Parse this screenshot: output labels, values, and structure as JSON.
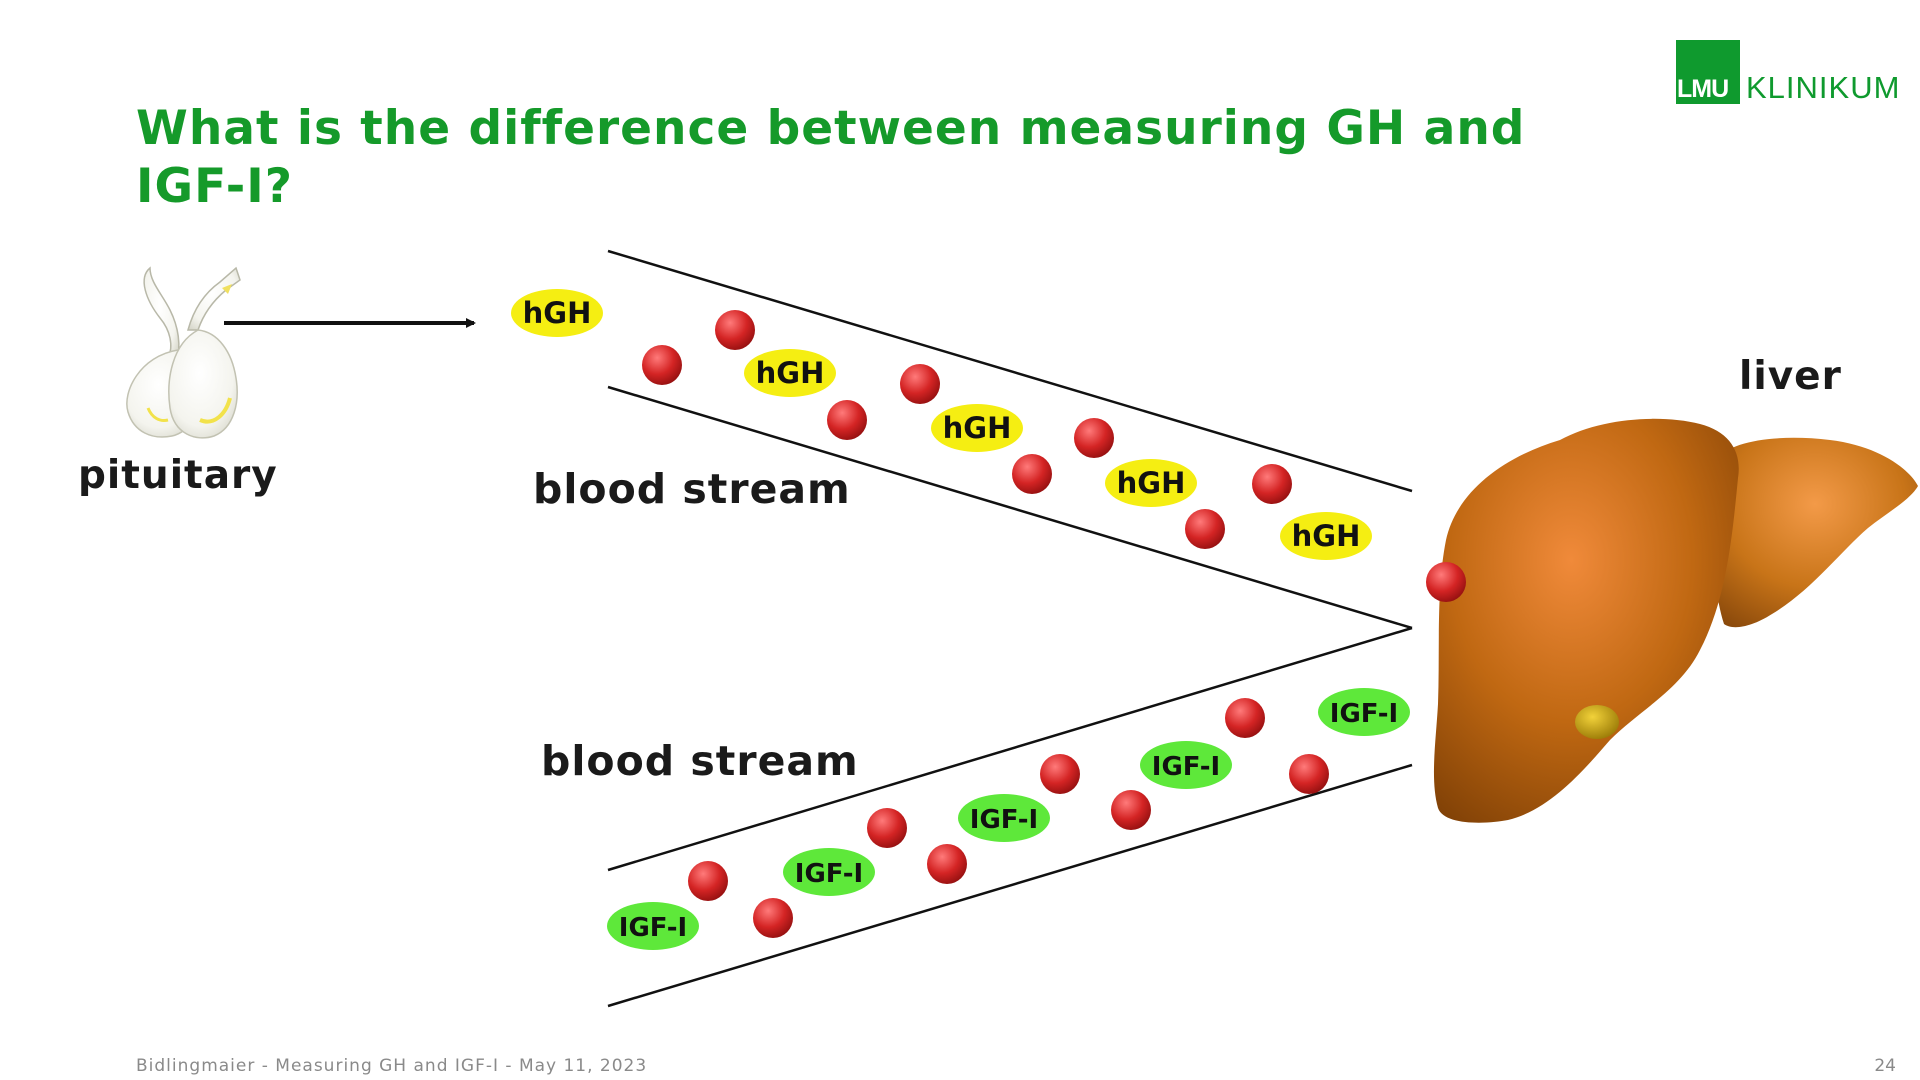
{
  "slide": {
    "title": "What is the difference between measuring GH and IGF-I?",
    "logo": {
      "box_text": "LMU",
      "text": "KLINIKUM",
      "color": "#0f9a2e"
    },
    "footer": "Bidlingmaier - Measuring GH and IGF-I - May 11, 2023",
    "page_number": "24"
  },
  "diagram": {
    "labels": {
      "pituitary": "pituitary",
      "liver": "liver",
      "blood_stream_upper": "blood stream",
      "blood_stream_lower": "blood stream"
    },
    "molecules": {
      "hgh_label": "hGH",
      "igf_label": "IGF-I",
      "hgh_color": "#f5ee12",
      "igf_color": "#5ee83a",
      "rbc_color": "#d42424"
    },
    "colors": {
      "title": "#159a2a",
      "liver": "#b8630f"
    }
  }
}
